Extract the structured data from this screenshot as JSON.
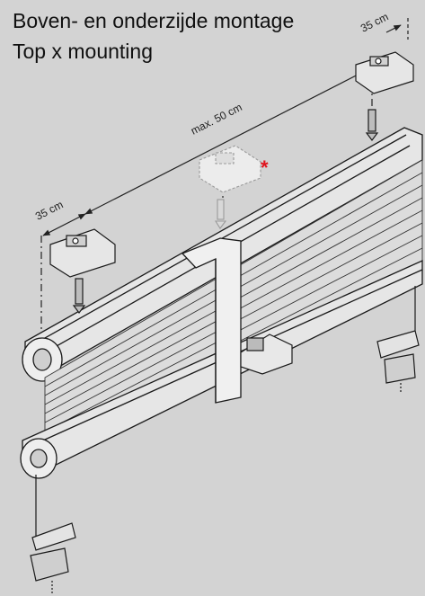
{
  "title_nl": "Boven- en onderzijde montage",
  "title_en": "Top  x mounting",
  "dimensions": {
    "left": "35 cm",
    "middle": "max. 50 cm",
    "right": "35 cm"
  },
  "marker": "*",
  "colors": {
    "background": "#d3d3d3",
    "profile": "#e4e4e4",
    "outline": "#1a1a1a",
    "marker": "#e0141e"
  }
}
